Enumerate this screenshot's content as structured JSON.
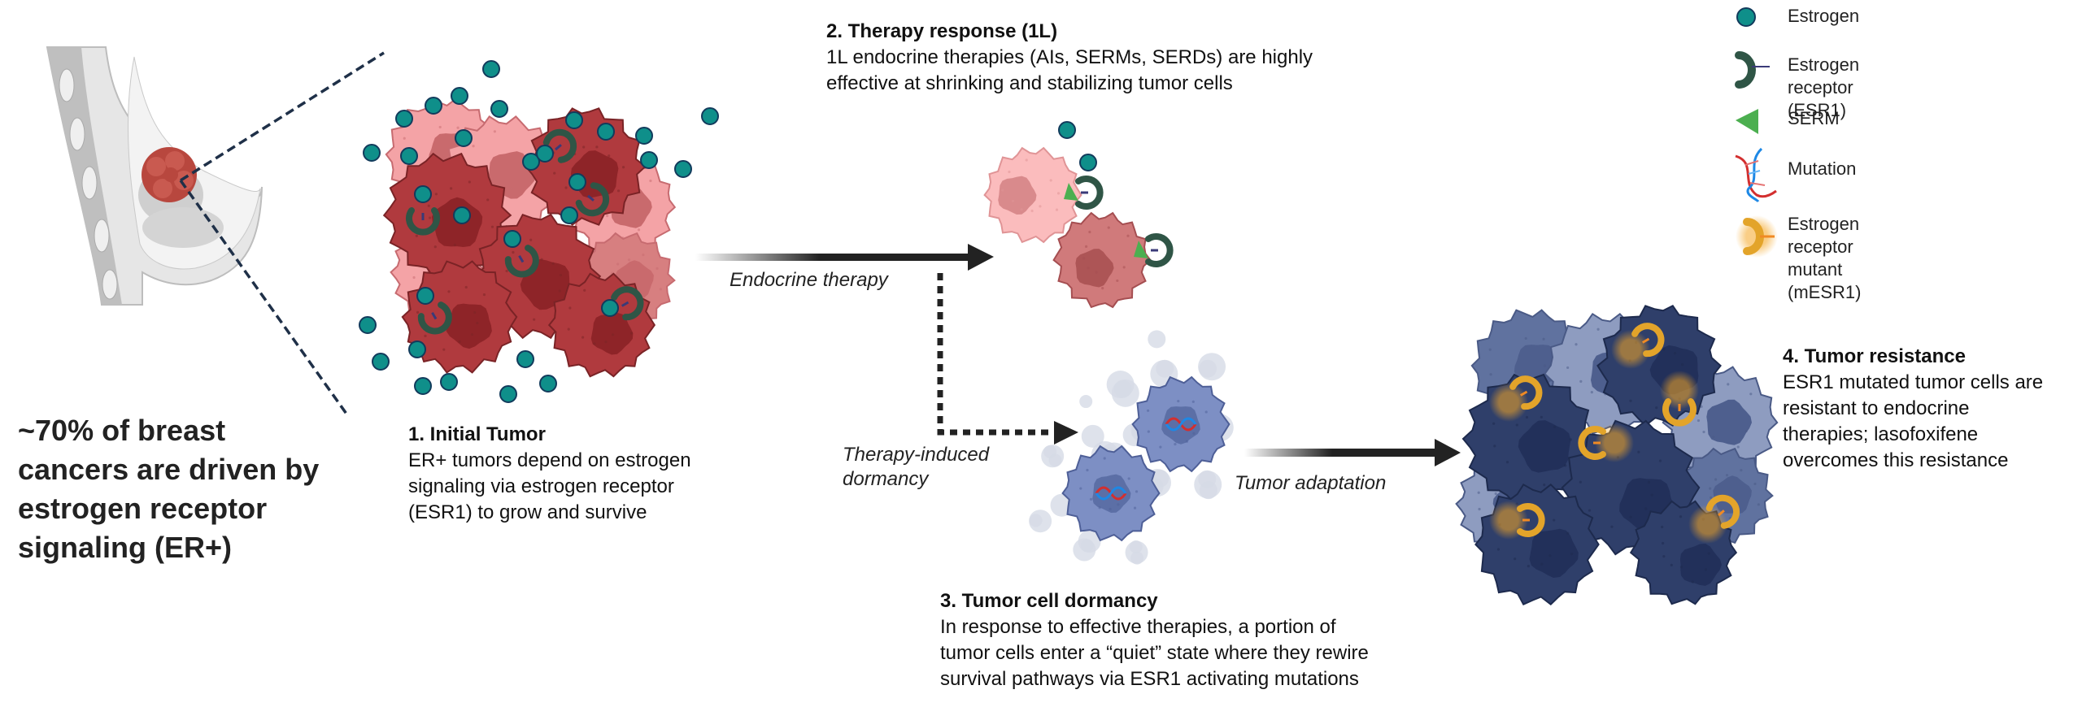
{
  "headline": {
    "lines": [
      "~70% of breast",
      "cancers are driven by",
      "estrogen receptor",
      "signaling (ER+)"
    ]
  },
  "steps": [
    {
      "title": "1. Initial Tumor",
      "body_lines": [
        "ER+ tumors depend on estrogen",
        "signaling via estrogen receptor",
        "(ESR1) to grow and survive"
      ]
    },
    {
      "title": "2. Therapy response (1L)",
      "body_lines": [
        "1L endocrine therapies (AIs, SERMs, SERDs) are highly",
        "effective at shrinking and stabilizing tumor cells"
      ]
    },
    {
      "title": "3. Tumor cell dormancy",
      "body_lines": [
        "In response to effective therapies, a portion of",
        "tumor cells enter a “quiet” state where they rewire",
        "survival pathways via ESR1 activating mutations"
      ]
    },
    {
      "title": "4. Tumor resistance",
      "body_lines": [
        "ESR1 mutated tumor cells are",
        "resistant to endocrine",
        "therapies; lasofoxifene",
        "overcomes this resistance"
      ]
    }
  ],
  "flow_labels": {
    "endocrine_therapy": "Endocrine therapy",
    "therapy_induced_dormancy": [
      "Therapy-induced",
      "dormancy"
    ],
    "tumor_adaptation": "Tumor adaptation"
  },
  "legend": [
    {
      "icon": "estrogen-icon",
      "label": [
        "Estrogen"
      ]
    },
    {
      "icon": "estrogen-receptor-icon",
      "label": [
        "Estrogen receptor (ESR1)"
      ]
    },
    {
      "icon": "serm-icon",
      "label": [
        "SERM"
      ]
    },
    {
      "icon": "mutation-dna-icon",
      "label": [
        "Mutation"
      ]
    },
    {
      "icon": "mutant-receptor-icon",
      "label": [
        "Estrogen receptor",
        "mutant (mESR1)"
      ]
    }
  ],
  "colors": {
    "estrogen": "#0f8f8a",
    "estrogen_outline": "#123b5c",
    "receptor": "#2f5546",
    "serm": "#4caf50",
    "mutant_receptor": "#e3a42a",
    "tumor_dark": "#b03a3e",
    "tumor_light": "#f4a3a6",
    "dormant_cell": "#7d8fc4",
    "resistant_dark": "#2f3f6a",
    "resistant_light": "#8e9cc0",
    "arrow": "#222222"
  }
}
